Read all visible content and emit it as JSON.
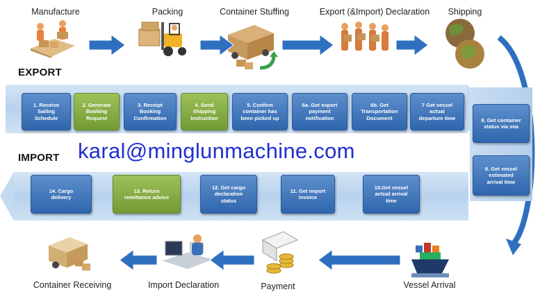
{
  "export": {
    "title": "EXPORT",
    "stages": [
      "Manufacture",
      "Packing",
      "Container Stuffing",
      "Export (&Import) Declaration",
      "Shipping"
    ],
    "steps": [
      "1. Receive\nSailing\nSchedule",
      "2. Generate\nBooking\nRequest",
      "3. Receipt\nBooking\nConfirmation",
      "4. Send\nShipping\nInstruction",
      "5. Confirm\ncontainer has\nbeen picked up",
      "6a. Get export\npayment\nnotification",
      "6b. Get\nTransportation\nDocument",
      "7 Get vessel\nactual\ndeparture time"
    ]
  },
  "side_steps": [
    "8. Get container\nstatus via sea",
    "9. Get vessel\nestimated\narrival time"
  ],
  "import": {
    "title": "IMPORT",
    "steps": [
      "10.Get vessel\nactual arrival\ntime",
      "11. Get import\ninvoice",
      "12. Get cargo\ndeclaration\nstatus",
      "13. Return\nremittance advice",
      "14. Cargo\ndelivery"
    ],
    "stages": [
      "Vessel Arrival",
      "Payment",
      "Import Declaration",
      "Container Receiving"
    ]
  },
  "contact_email": "karal@minglunmachine.com",
  "colors": {
    "step_blue": "#3a71b8",
    "step_green": "#82a83f",
    "arrow_blue": "#2f6fc0",
    "email": "#1f2fd0"
  },
  "icons": [
    "factory-workers-icon",
    "forklift-icon",
    "delivery-truck-icon",
    "customs-officers-icon",
    "globe-icon",
    "cargo-truck-icon",
    "office-worker-icon",
    "invoice-coins-icon",
    "container-ship-icon"
  ]
}
